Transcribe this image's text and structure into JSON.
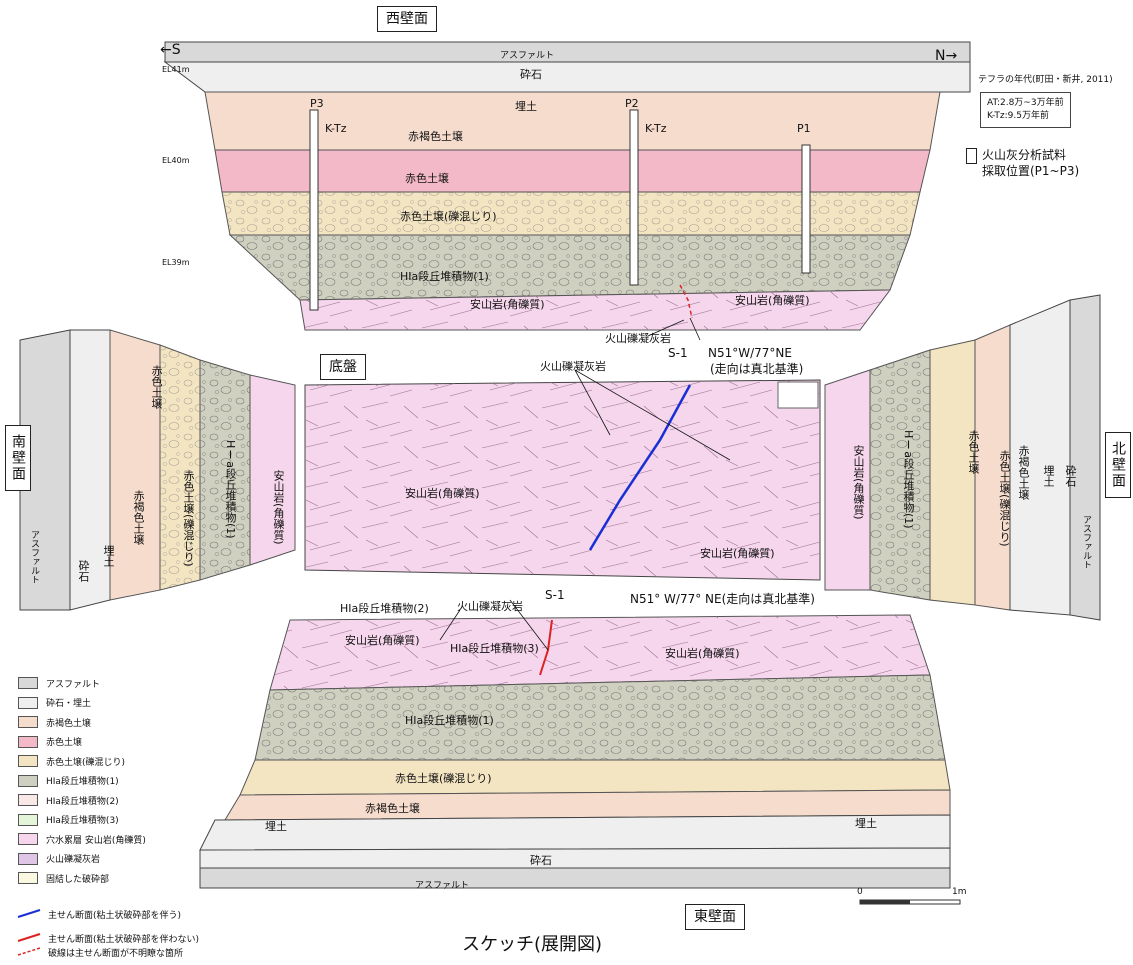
{
  "walls": {
    "west": "西壁面",
    "base": "底盤",
    "south": "南壁面",
    "north": "北壁面",
    "east": "東壁面"
  },
  "directions": {
    "south": "←S",
    "north": "N→"
  },
  "elevations": {
    "el41": "EL41m",
    "el40": "EL40m",
    "el39": "EL39m"
  },
  "samples": {
    "p1": "P1",
    "p2": "P2",
    "p3": "P3",
    "ktz": "K-Tz"
  },
  "west_layers": {
    "asphalt": "アスファルト",
    "gravel": "砕石",
    "fill": "埋土",
    "red_brown": "赤褐色土壌",
    "red": "赤色土壌",
    "red_gravel": "赤色土壌(礫混じり)",
    "hia1": "HⅠa段丘堆積物(1)",
    "andesite": "安山岩(角礫質)",
    "tuff": "火山礫凝灰岩"
  },
  "strike": {
    "text1": "N51°W/77°NE",
    "text2": "(走向は真北基準)",
    "text_full": "N51° W/77° NE(走向は真北基準)",
    "s1": "S-1"
  },
  "tephra": {
    "title": "テフラの年代(町田・新井, 2011)",
    "at": "AT:2.8万~3万年前",
    "ktz": "K-Tz:9.5万年前"
  },
  "sample_note": {
    "line1": "火山灰分析試料",
    "line2": "採取位置(P1~P3)"
  },
  "base_labels": {
    "tuff": "火山礫凝灰岩",
    "andesite1": "安山岩(角礫質)",
    "andesite2": "安山岩(角礫質)"
  },
  "side_layers": {
    "asphalt": "アスファルト",
    "gravel": "砕石",
    "fill": "埋土",
    "red_brown": "赤褐色土壌",
    "red": "赤色土壌",
    "red_gravel": "赤色土壌(礫混じり)",
    "hia1": "HⅠa段丘堆積物(1)",
    "andesite": "安山岩(角礫質)"
  },
  "east_layers": {
    "hia2": "HⅠa段丘堆積物(2)",
    "tuff": "火山礫凝灰岩",
    "hia3": "HⅠa段丘堆積物(3)",
    "andesite1": "安山岩(角礫質)",
    "andesite2": "安山岩(角礫質)",
    "hia1": "HⅠa段丘堆積物(1)",
    "red_gravel": "赤色土壌(礫混じり)",
    "red_brown": "赤褐色土壌",
    "fill1": "埋土",
    "fill2": "埋土",
    "gravel": "砕石",
    "asphalt": "アスファルト"
  },
  "legend": [
    {
      "label": "アスファルト",
      "color": "#d9d9d9"
    },
    {
      "label": "砕石・埋土",
      "color": "#efefef"
    },
    {
      "label": "赤褐色土壌",
      "color": "#f6dccd"
    },
    {
      "label": "赤色土壌",
      "color": "#f4b9c8"
    },
    {
      "label": "赤色土壌(礫混じり)",
      "color": "#f3e4c2"
    },
    {
      "label": "HⅠa段丘堆積物(1)",
      "color": "#cfd0bf"
    },
    {
      "label": "HⅠa段丘堆積物(2)",
      "color": "#f9e9e6"
    },
    {
      "label": "HⅠa段丘堆積物(3)",
      "color": "#e4f6d8"
    },
    {
      "label": "穴水累層 安山岩(角礫質)",
      "color": "#f6d6ec"
    },
    {
      "label": "火山礫凝灰岩",
      "color": "#dfc6e6"
    },
    {
      "label": "固結した破砕部",
      "color": "#fbf8e2"
    }
  ],
  "legend_lines": {
    "blue": "主せん断面(粘土状破砕部を伴う)",
    "red": "主せん断面(粘土状破砕部を伴わない)",
    "dashed": "破線は主せん断面が不明瞭な箇所"
  },
  "scale": {
    "zero": "0",
    "one": "1m"
  },
  "caption": "スケッチ(展開図)"
}
